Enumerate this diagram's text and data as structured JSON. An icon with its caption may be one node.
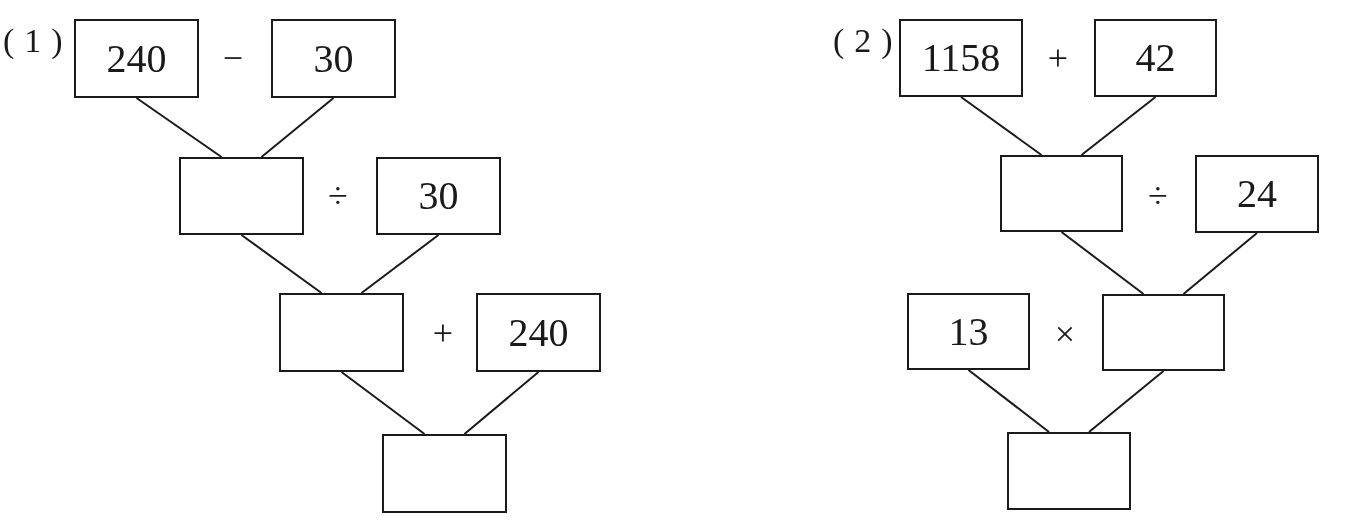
{
  "diagram": {
    "nodes": [
      {
        "text": [
          "240"
        ]
      },
      {
        "text": [
          "30"
        ]
      },
      {
        "text": [],
        "shape": "box"
      },
      {
        "text": [
          "30"
        ]
      },
      {
        "text": [],
        "shape": "box"
      },
      {
        "text": [
          "240"
        ]
      },
      {
        "text": [],
        "shape": "box"
      },
      {
        "text": [
          "1158"
        ]
      },
      {
        "text": [
          "42"
        ]
      },
      {
        "text": [],
        "shape": "box"
      },
      {
        "text": [
          "24"
        ]
      },
      {
        "text": [
          "13"
        ]
      },
      {
        "text": [],
        "shape": "box"
      },
      {
        "text": [],
        "shape": "box"
      }
    ],
    "edges": [
      {
        "from": 0,
        "to": 2,
        "arrow": "none"
      },
      {
        "from": 1,
        "to": 2,
        "arrow": "none"
      },
      {
        "from": 2,
        "to": 4,
        "arrow": "none"
      },
      {
        "from": 3,
        "to": 4,
        "arrow": "none"
      },
      {
        "from": 4,
        "to": 6,
        "arrow": "none"
      },
      {
        "from": 5,
        "to": 6,
        "arrow": "none"
      },
      {
        "from": 7,
        "to": 9,
        "arrow": "none"
      },
      {
        "from": 8,
        "to": 9,
        "arrow": "none"
      },
      {
        "from": 9,
        "to": 12,
        "arrow": "none"
      },
      {
        "from": 10,
        "to": 12,
        "arrow": "none"
      },
      {
        "from": 11,
        "to": 13,
        "arrow": "none"
      },
      {
        "from": 12,
        "to": 13,
        "arrow": "none"
      }
    ],
    "labels": [
      "(1)",
      "−",
      "÷",
      "+",
      "(2)",
      "+",
      "÷",
      "×"
    ]
  }
}
